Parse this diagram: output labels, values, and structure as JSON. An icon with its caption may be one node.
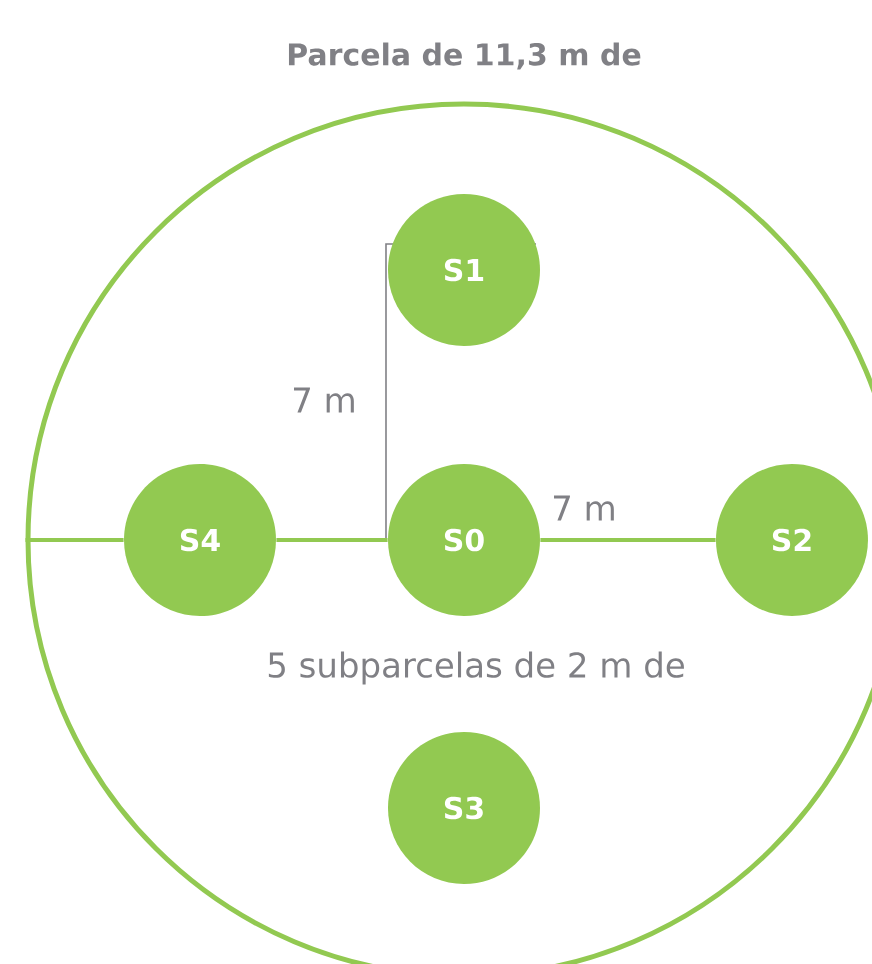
{
  "diagram": {
    "nodes": [
      {
        "text": [
          "Parcela de 11,3 m de"
        ]
      },
      {
        "text": [
          "S1"
        ],
        "in": 0
      },
      {
        "text": [
          "S4"
        ],
        "in": 0
      },
      {
        "text": [
          "S0"
        ],
        "in": 0
      },
      {
        "text": [
          "S2"
        ],
        "in": 0
      },
      {
        "text": [
          "S3"
        ],
        "in": 0
      }
    ],
    "edges": [
      {
        "from": 0,
        "to": 2,
        "arrow": "none"
      },
      {
        "from": 2,
        "to": 3,
        "arrow": "none"
      },
      {
        "from": 3,
        "to": 4,
        "arrow": "none"
      }
    ],
    "labels": [
      "7 m",
      "7 m",
      "5 subparcelas de 2 m de"
    ]
  }
}
